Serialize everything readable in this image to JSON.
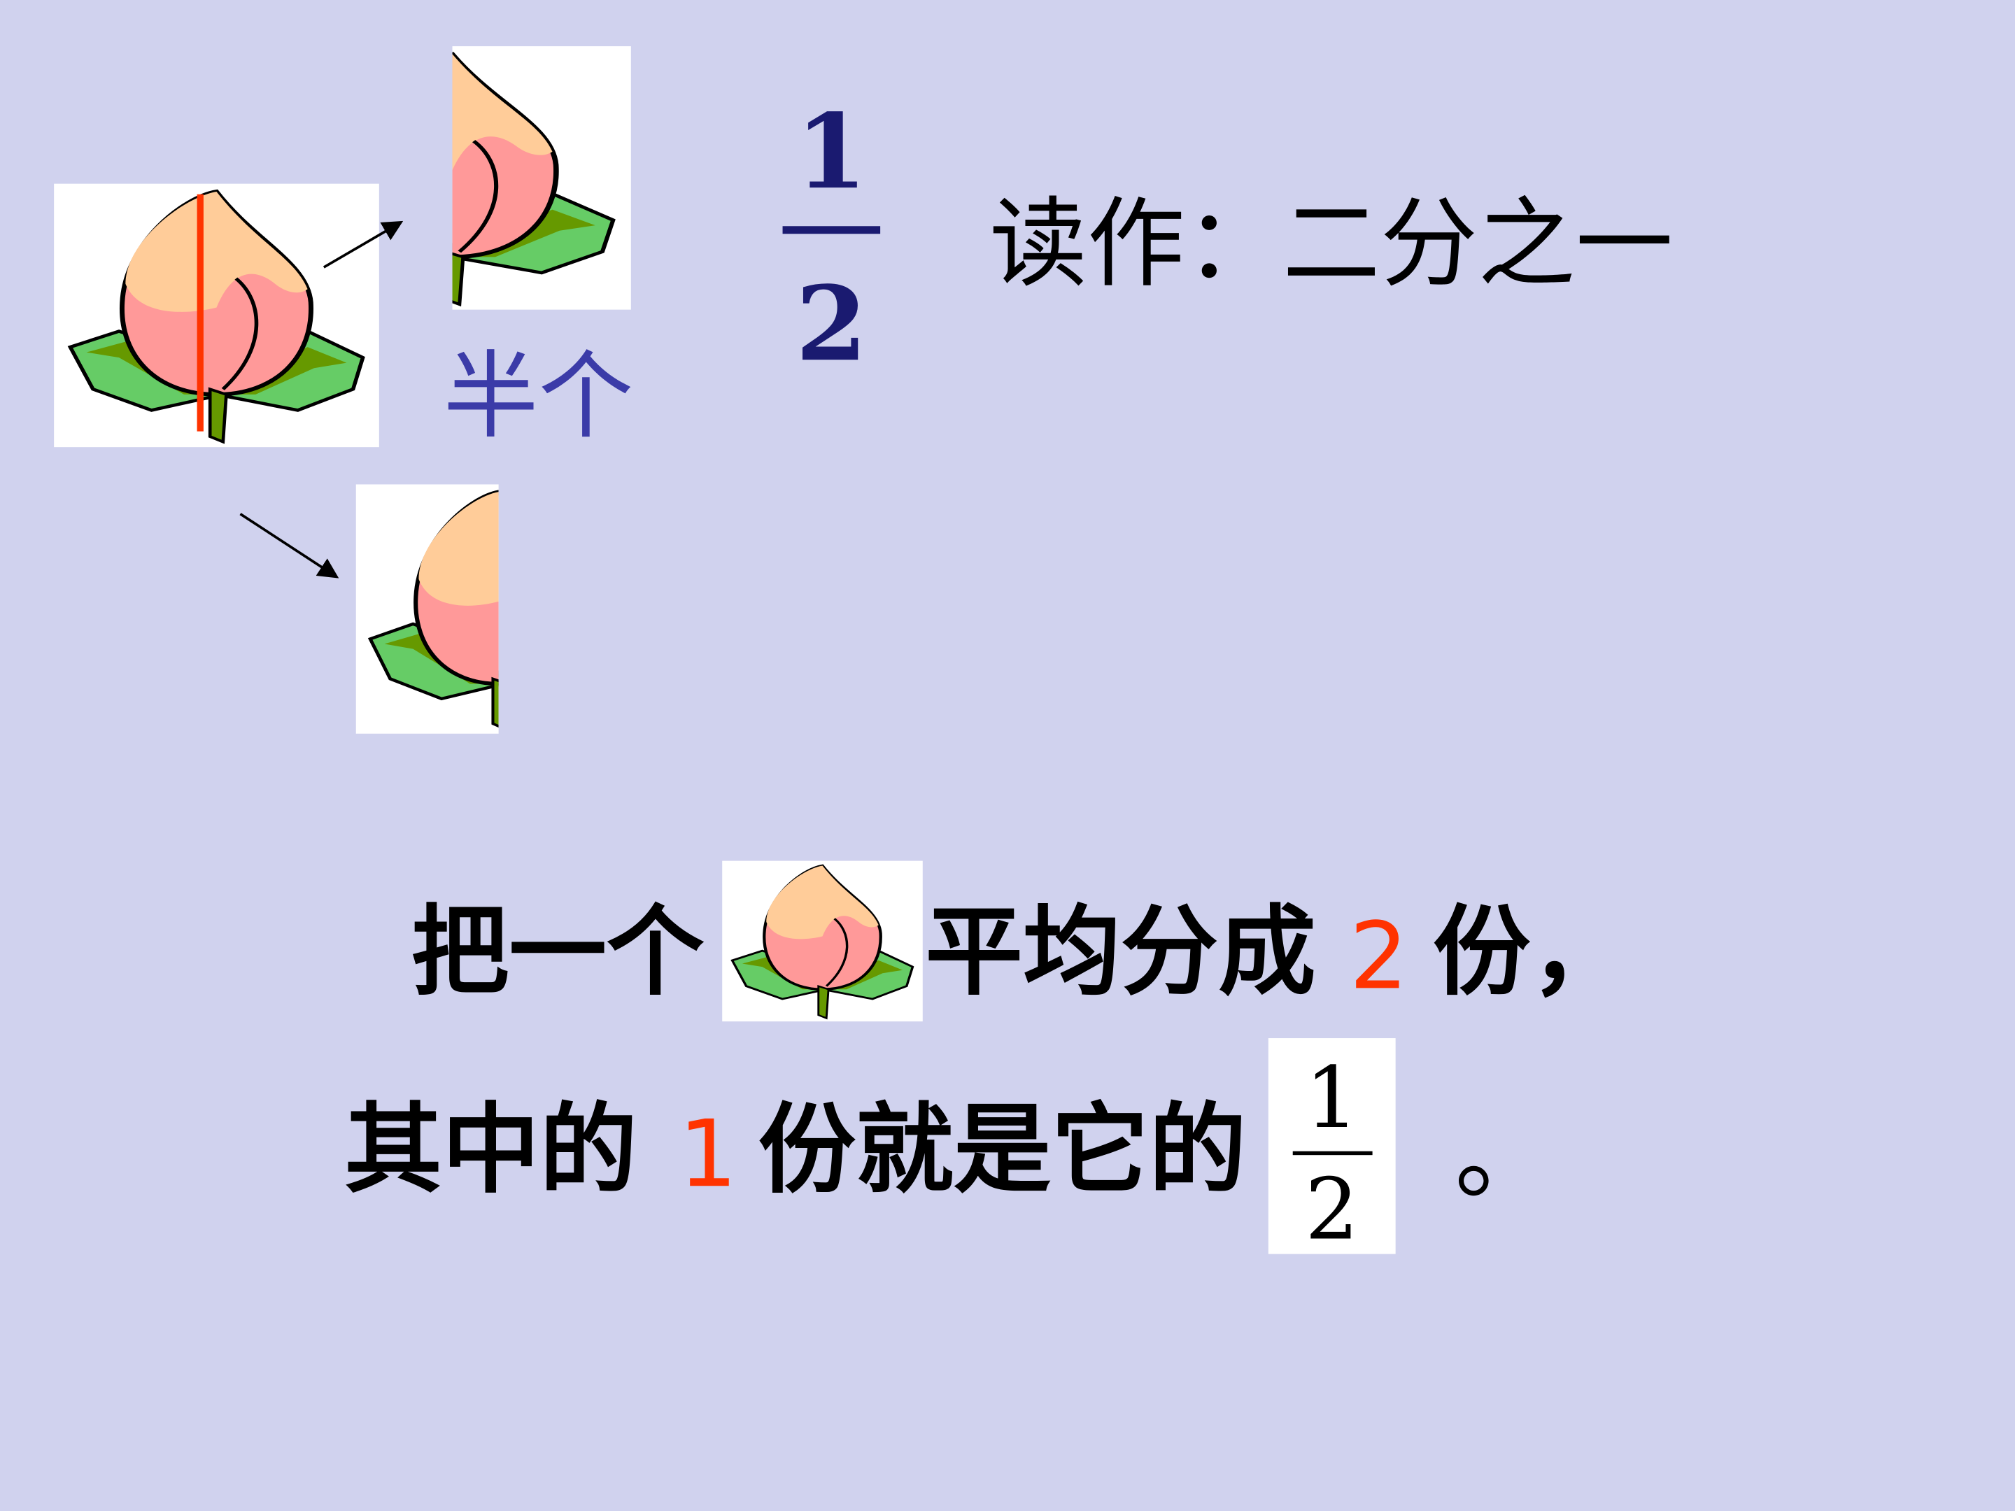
{
  "slide": {
    "half_label": "半个",
    "fraction": {
      "numerator": "1",
      "denominator": "2"
    },
    "read_as": "读作：二分之一",
    "sentence1": {
      "part1": "把一个",
      "part2": "平均分成",
      "number": "2",
      "part3": "份，"
    },
    "sentence2": {
      "part1": "其中的",
      "number": "1",
      "part2": "份就是它的",
      "fraction_numerator": "1",
      "fraction_denominator": "2",
      "end": "。"
    },
    "colors": {
      "background": "#d0d2ee",
      "fraction": "#1a1a70",
      "half_label": "#3b3ba8",
      "highlight": "#ff3300",
      "cut_line": "#ff3300"
    }
  }
}
